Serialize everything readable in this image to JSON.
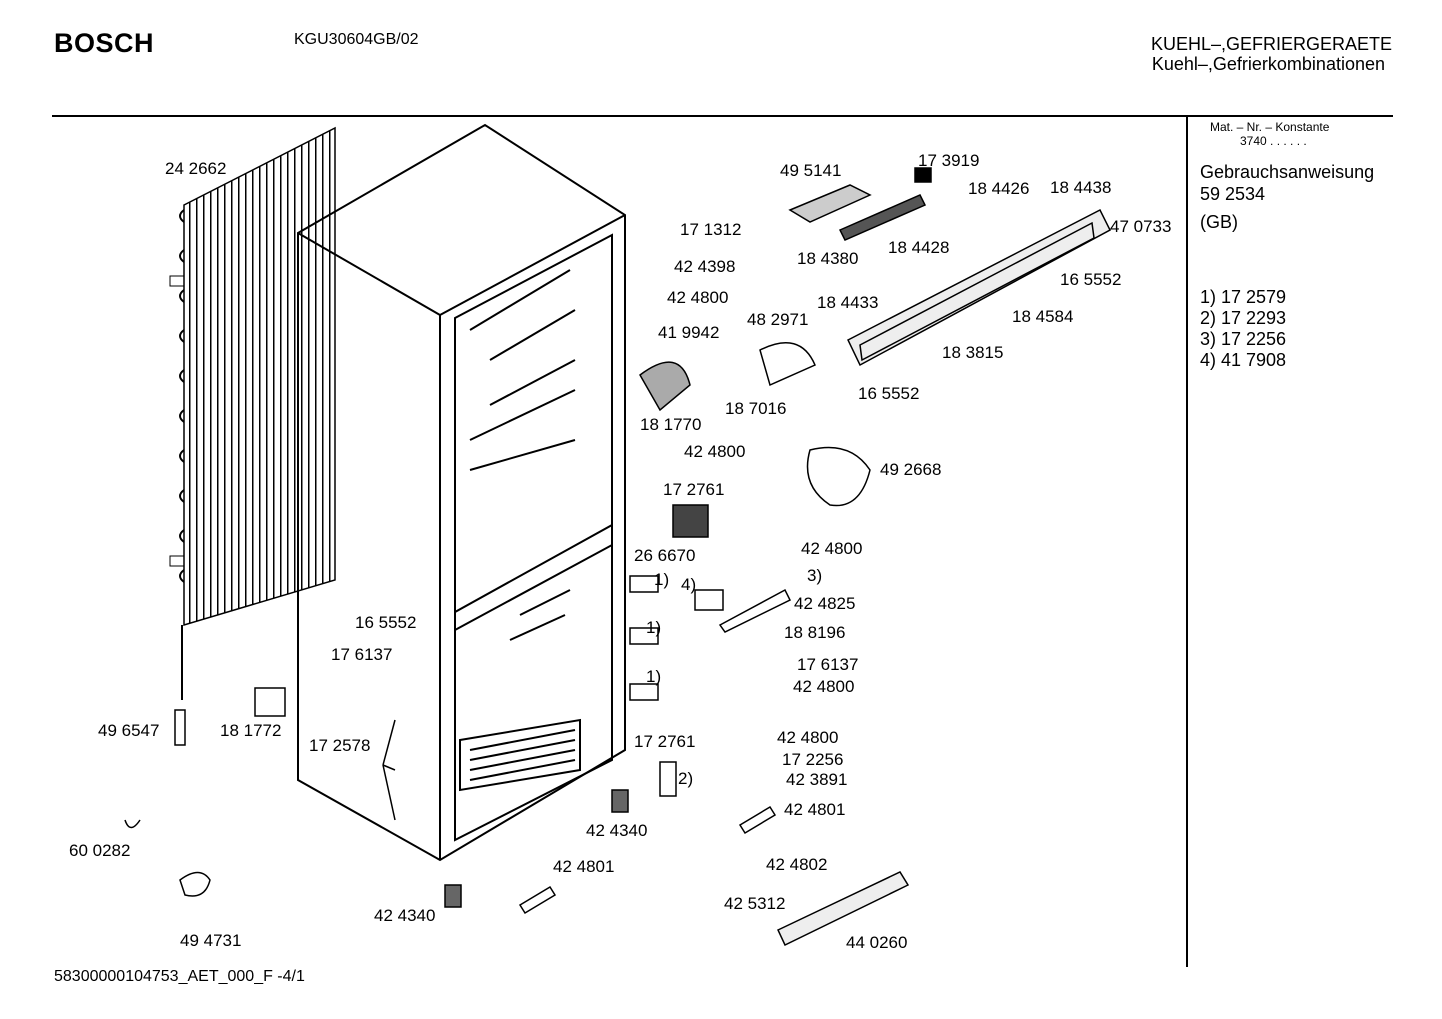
{
  "header": {
    "brand": "BOSCH",
    "model": "KGU30604GB/02",
    "category_line1": "KUEHL–,GEFRIERGERAETE",
    "category_line2": "Kuehl–,Gefrierkombinationen"
  },
  "sidebar": {
    "mat_heading": "Mat. – Nr. – Konstante",
    "mat_value": "3740 . . . . . .",
    "manual_title": "Gebrauchsanweisung",
    "manual_number": "59 2534",
    "region": "(GB)",
    "footnotes": [
      "1)  17 2579",
      "2)  17 2293",
      "3)  17 2256",
      "4)  41 7908"
    ]
  },
  "footer": "58300000104753_AET_000_F -4/1",
  "parts": [
    "24 2662",
    "49 5141",
    "17 3919",
    "18 4426",
    "18 4438",
    "47 0733",
    "17 1312",
    "42 4398",
    "42 4800",
    "18 4380",
    "18 4428",
    "16 5552",
    "18 4433",
    "41 9942",
    "48 2971",
    "18 4584",
    "18 3815",
    "16 5552",
    "18 1770",
    "18 7016",
    "42 4800",
    "49 2668",
    "17 2761",
    "26 6670",
    "42 4800",
    "3)",
    "1)",
    "4)",
    "42 4825",
    "16 5552",
    "18 8196",
    "17 6137",
    "17 6137",
    "1)",
    "42 4800",
    "1)",
    "49 6547",
    "18 1772",
    "17 2578",
    "17 2761",
    "42 4800",
    "17 2256",
    "2)",
    "42 3891",
    "42 4801",
    "42 4340",
    "60 0282",
    "42 4801",
    "42 4802",
    "42 5312",
    "42 4340",
    "49 4731",
    "44 0260"
  ]
}
